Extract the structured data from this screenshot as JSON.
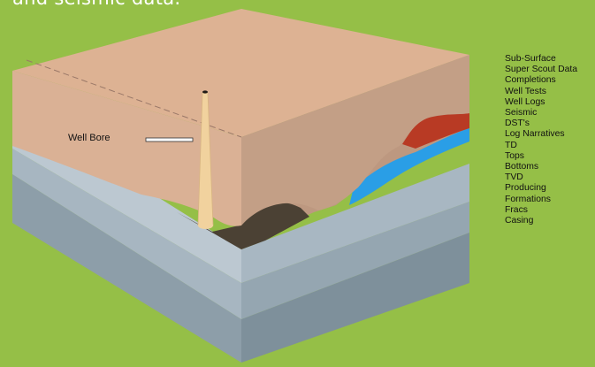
{
  "diagram": {
    "heading_partial": "and seismic data.",
    "well_label": "Well Bore",
    "data_types": [
      "Sub-Surface",
      "Super Scout Data",
      "Completions",
      "Well Tests",
      "Well Logs",
      "Seismic",
      "DST's",
      "Log Narratives",
      "TD",
      "Tops",
      "Bottoms",
      "TVD",
      "Producing",
      "Formations",
      "Fracs",
      "Casing"
    ]
  },
  "colors": {
    "background": "#95bf47",
    "surface_top": "#dcae8e",
    "surface_front": "#c9a586",
    "surface_side": "#b9947c",
    "layer_light": "#b3c1cb",
    "layer_mid": "#9eaebb",
    "layer_dark": "#8799a5",
    "formation_dark": "#4a4033",
    "water_blue": "#2a9ee6",
    "oil_red": "#b43a26",
    "well_bore": "#f2d3a0"
  }
}
